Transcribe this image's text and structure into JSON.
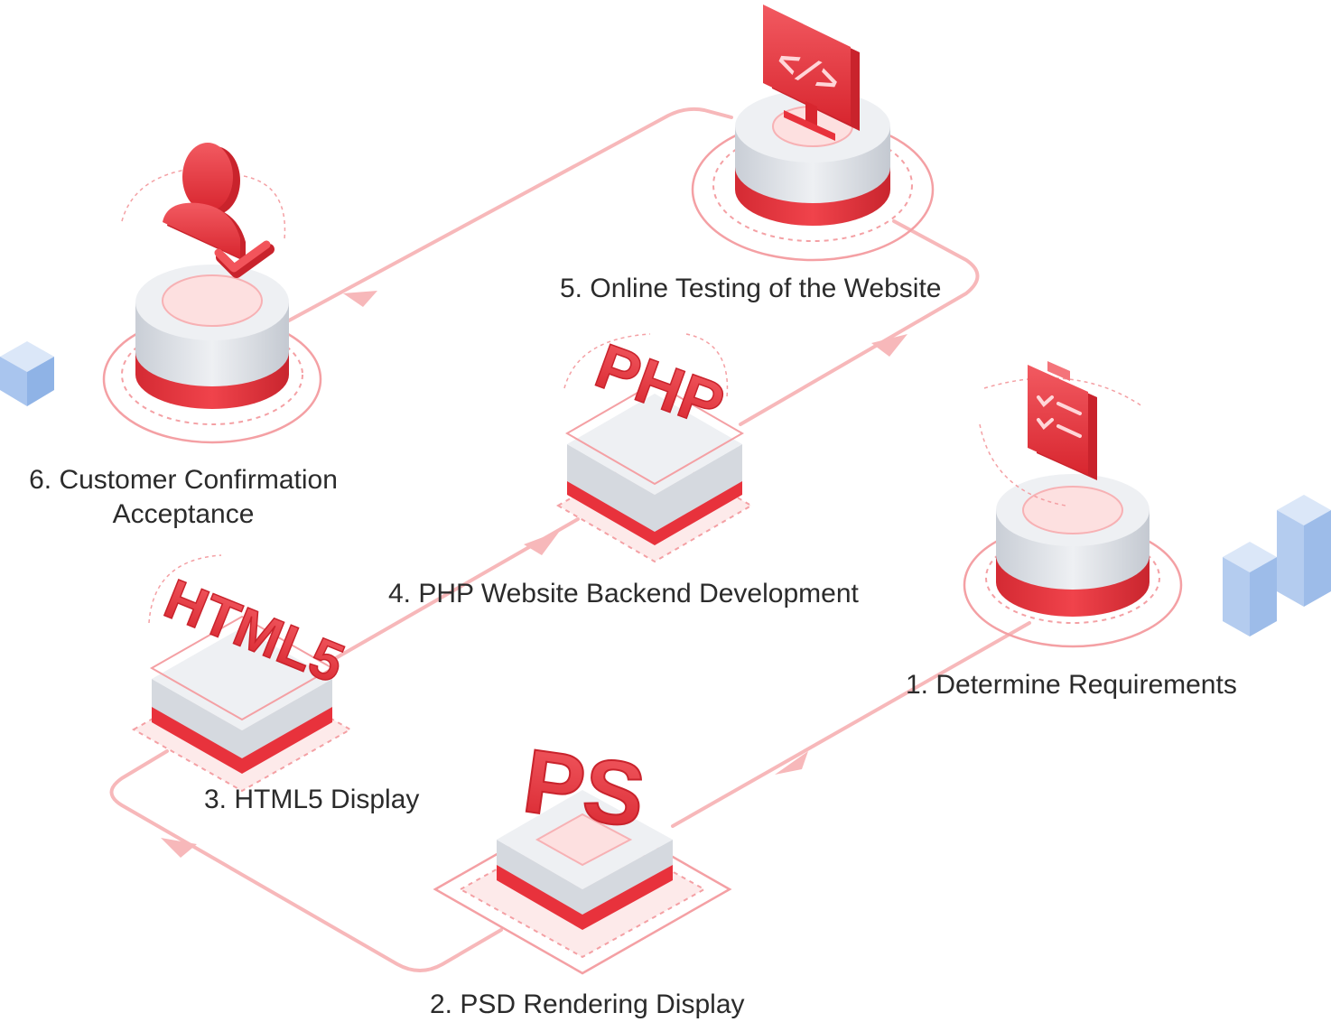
{
  "colors": {
    "accent": "#e8323c",
    "accent_light": "#f6a9ad",
    "accent_pale": "#fde4e4",
    "path": "#f7b8ba",
    "platform_top": "#eef0f3",
    "platform_side": "#cfd3d9",
    "deco_blue": "#9ec0ea"
  },
  "icons": {
    "step1": "checklist-icon",
    "step2": "ps-logo-icon",
    "step3": "html5-logo-icon",
    "step4": "php-logo-icon",
    "step5": "code-monitor-icon",
    "step6": "user-check-icon"
  },
  "icon_text": {
    "ps": "PS",
    "html5": "HTML5",
    "php": "PHP",
    "code": "</>"
  },
  "steps": [
    {
      "label": "1. Determine Requirements"
    },
    {
      "label": "2. PSD Rendering Display"
    },
    {
      "label": "3. HTML5 Display"
    },
    {
      "label": "4. PHP Website Backend Development"
    },
    {
      "label": "5. Online Testing of the Website"
    },
    {
      "label_line1": "6. Customer Confirmation",
      "label_line2": "Acceptance"
    }
  ]
}
